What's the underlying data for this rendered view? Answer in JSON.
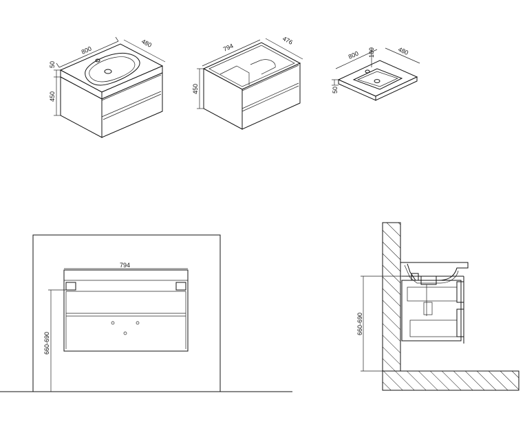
{
  "colors": {
    "line": "#111111",
    "background": "#ffffff"
  },
  "views": {
    "iso_full": {
      "width": "800",
      "depth": "480",
      "top_height": "50",
      "cabinet_height": "450"
    },
    "iso_cabinet": {
      "width": "794",
      "depth": "476",
      "height": "450"
    },
    "iso_basin": {
      "width": "800",
      "depth": "480",
      "height": "100",
      "rim": "50"
    },
    "front": {
      "width": "794",
      "mount_height": "660-690"
    },
    "side": {
      "mount_height": "660-690"
    }
  }
}
